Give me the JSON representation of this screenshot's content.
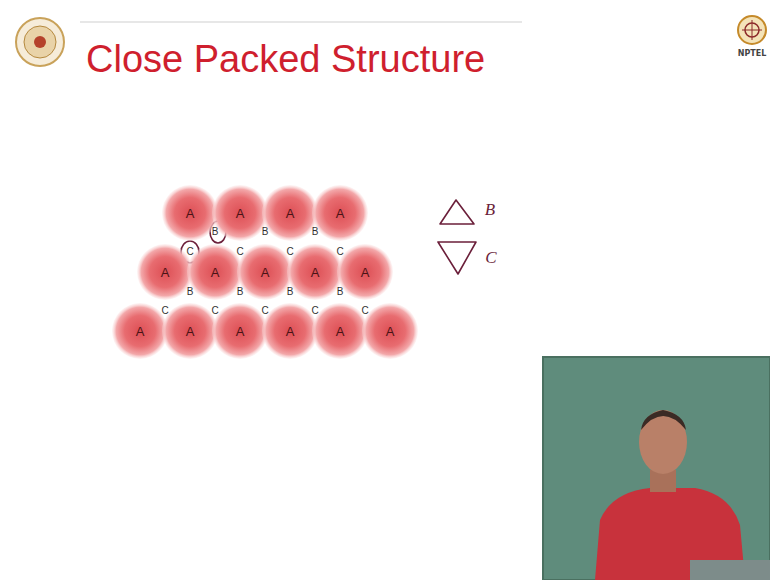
{
  "diagram": {
    "title": "Close Packed Structure",
    "nodes": [
      {
        "text": [
          "A"
        ]
      },
      {
        "text": [
          "A"
        ]
      },
      {
        "text": [
          "A"
        ]
      },
      {
        "text": [
          "A"
        ]
      },
      {
        "text": [
          "A"
        ]
      },
      {
        "text": [
          "A"
        ]
      },
      {
        "text": [
          "A"
        ]
      },
      {
        "text": [
          "A"
        ]
      },
      {
        "text": [
          "A"
        ]
      },
      {
        "text": [
          "A"
        ]
      },
      {
        "text": [
          "A"
        ]
      },
      {
        "text": [
          "A"
        ]
      },
      {
        "text": [
          "A"
        ]
      },
      {
        "text": [
          "A"
        ]
      },
      {
        "text": [
          "A"
        ]
      }
    ],
    "labels": [
      "B",
      "B",
      "B",
      "C",
      "C",
      "C",
      "C",
      "B",
      "B",
      "B",
      "B",
      "C",
      "C",
      "C",
      "C",
      "C",
      "B",
      "C",
      "NPTEL"
    ]
  }
}
